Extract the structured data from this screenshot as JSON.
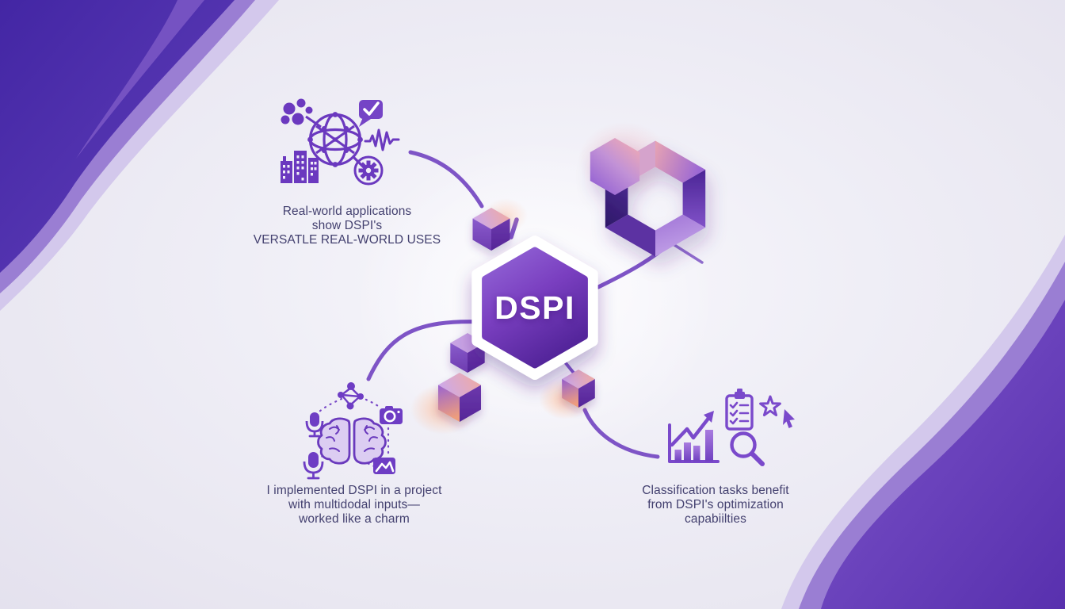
{
  "page": {
    "type": "infographic",
    "background": "#edecf4"
  },
  "center": {
    "label": "DSPI"
  },
  "captions": {
    "top_left": {
      "line1": "Real-world applications",
      "line2": "show DSPI's",
      "line3": "VERSATLE REAL-WORLD USES"
    },
    "bottom_left": {
      "line1": "I implemented DSPI in a project",
      "line2": "with multidodal inputs—",
      "line3": "worked like a charm"
    },
    "bottom_right": {
      "line1": "Classification tasks benefit",
      "line2": "from DSPI's optimization",
      "line3": "capabiilties"
    }
  },
  "icon_groups": {
    "top_left": [
      "molecule-cluster-icon",
      "globe-network-icon",
      "chat-check-icon",
      "waveform-icon",
      "city-buildings-icon",
      "gear-badge-icon"
    ],
    "bottom_left": [
      "nodes-diamond-icon",
      "microphone-icon",
      "microphone-icon",
      "brain-icon",
      "camera-icon",
      "image-photo-icon"
    ],
    "bottom_right": [
      "growth-chart-icon",
      "checklist-clipboard-icon",
      "star-icon",
      "cursor-icon",
      "magnifier-icon"
    ]
  },
  "colors": {
    "accent": "#6d3cc2",
    "deep_purple": "#45269f",
    "light_lavender": "#d3c8ec",
    "text": "#43406f",
    "hex_gradient_top": "#9468d8",
    "hex_gradient_bottom": "#54259b",
    "warm_glow": "#ffac7e",
    "ring_dark_face": "#321a70",
    "ring_pink_face": "#e8a4b2"
  }
}
